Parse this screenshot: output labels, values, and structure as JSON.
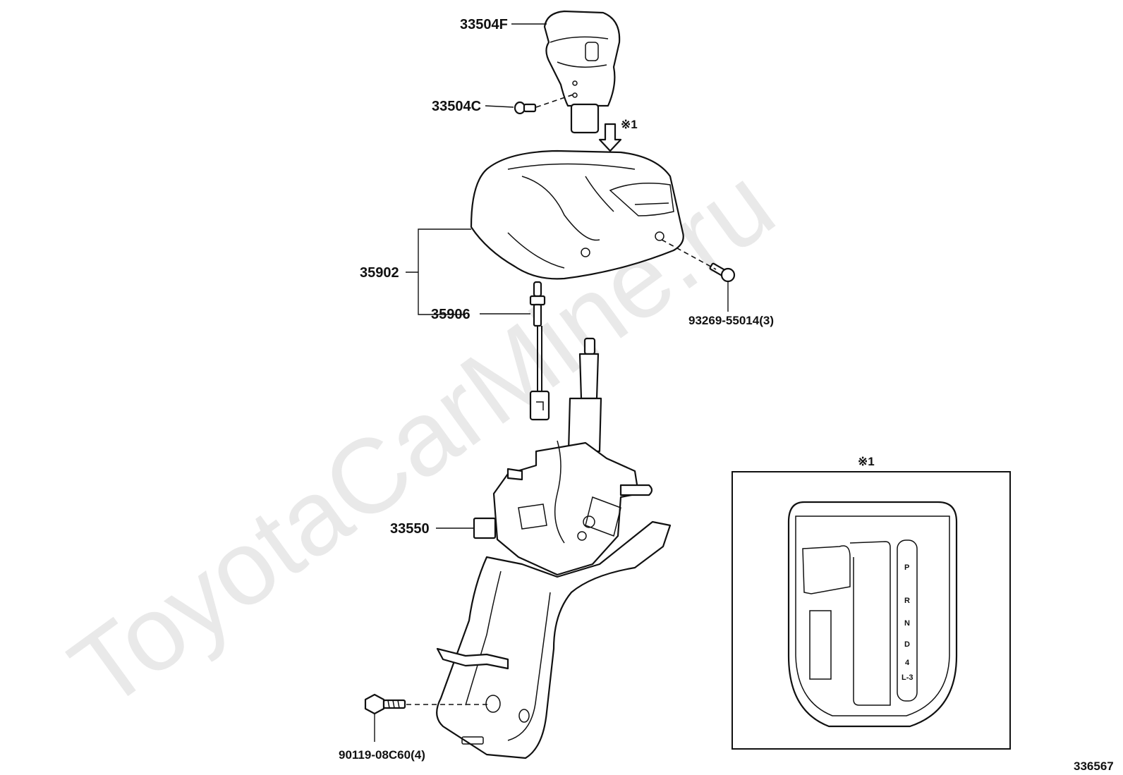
{
  "watermark": "ToyotaCarMine.ru",
  "diagram_id": "336567",
  "parts": {
    "shift_knob": "33504F",
    "knob_screw": "33504C",
    "console_cover": "35902",
    "indicator_bulb": "35906",
    "cover_screw": "93269-55014(3)",
    "shift_lever_assy": "33550",
    "bracket_bolt": "90119-08C60(4)"
  },
  "callout_marker": "※1",
  "detail_view": {
    "title": "※1",
    "gear_positions": [
      "P",
      "R",
      "N",
      "D",
      "4",
      "L-3"
    ]
  }
}
